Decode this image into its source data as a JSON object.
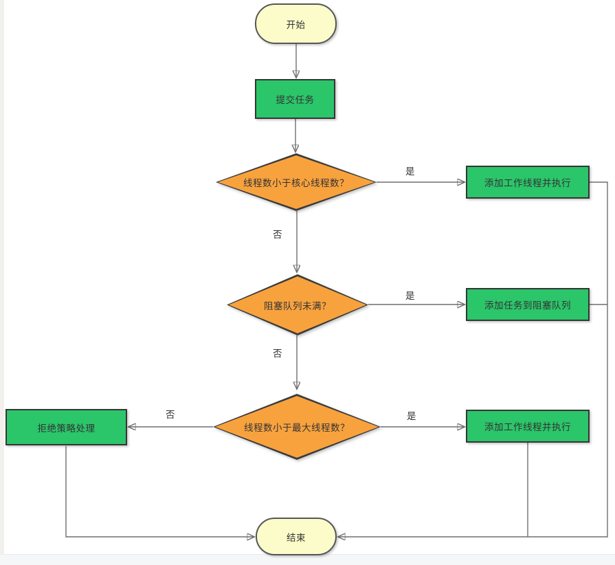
{
  "diagram": {
    "nodes": {
      "start": {
        "label": "开始",
        "type": "terminal"
      },
      "submit": {
        "label": "提交任务",
        "type": "process"
      },
      "decision_core": {
        "label": "线程数小于核心线程数？",
        "type": "decision"
      },
      "add_worker_core": {
        "label": "添加工作线程并执行",
        "type": "process"
      },
      "decision_queue": {
        "label": "阻塞队列未满？",
        "type": "decision"
      },
      "add_task_queue": {
        "label": "添加任务到阻塞队列",
        "type": "process"
      },
      "decision_max": {
        "label": "线程数小于最大线程数？",
        "type": "decision"
      },
      "add_worker_max": {
        "label": "添加工作线程并执行",
        "type": "process"
      },
      "reject": {
        "label": "拒绝策略处理",
        "type": "process"
      },
      "end": {
        "label": "结束",
        "type": "terminal"
      }
    },
    "edge_labels": {
      "yes_core": "是",
      "no_core": "否",
      "yes_queue": "是",
      "no_queue": "否",
      "yes_max": "是",
      "no_max": "否"
    },
    "colors": {
      "process_fill": "#2BC56A",
      "decision_fill": "#F8A23E",
      "terminal_fill": "#FCFCCB",
      "shape_border": "#3A3A3A",
      "connector_line": "#6E6E6E",
      "arrowhead": "#2F2F2F",
      "text": "#333333",
      "canvas_margin": "#F2F0EC",
      "bottom_bar": "#F5F6F8"
    }
  }
}
